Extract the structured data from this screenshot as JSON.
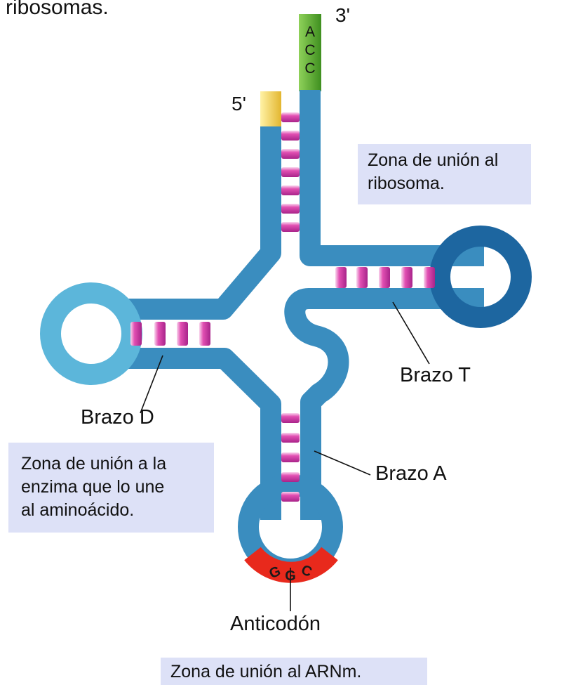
{
  "intro_fragment": "ribosomas.",
  "ends": {
    "three_prime": "3'",
    "five_prime": "5'"
  },
  "acceptor_sequence": [
    "A",
    "C",
    "C"
  ],
  "anticodon_sequence": [
    "G",
    "G",
    "C"
  ],
  "labels": {
    "arm_d": "Brazo D",
    "arm_t": "Brazo T",
    "arm_a": "Brazo A",
    "anticodon": "Anticodón"
  },
  "boxes": {
    "ribosome": "Zona de unión al\nribosoma.",
    "enzyme": "Zona de unión a la\nenzima que lo une\nal aminoácido.",
    "mrna": "Zona de unión al ARNm."
  },
  "colors": {
    "strand": "#3a8dbf",
    "strand_light": "#5cb6da",
    "strand_dark": "#1d66a0",
    "base_pair": "#d13fa5",
    "base_pair_highlight": "#fbd9f0",
    "acceptor_end": "#5cb52d",
    "five_prime_end": "#f2cf54",
    "anticodon_loop": "#e8291c",
    "info_box": "#dde1f7"
  }
}
